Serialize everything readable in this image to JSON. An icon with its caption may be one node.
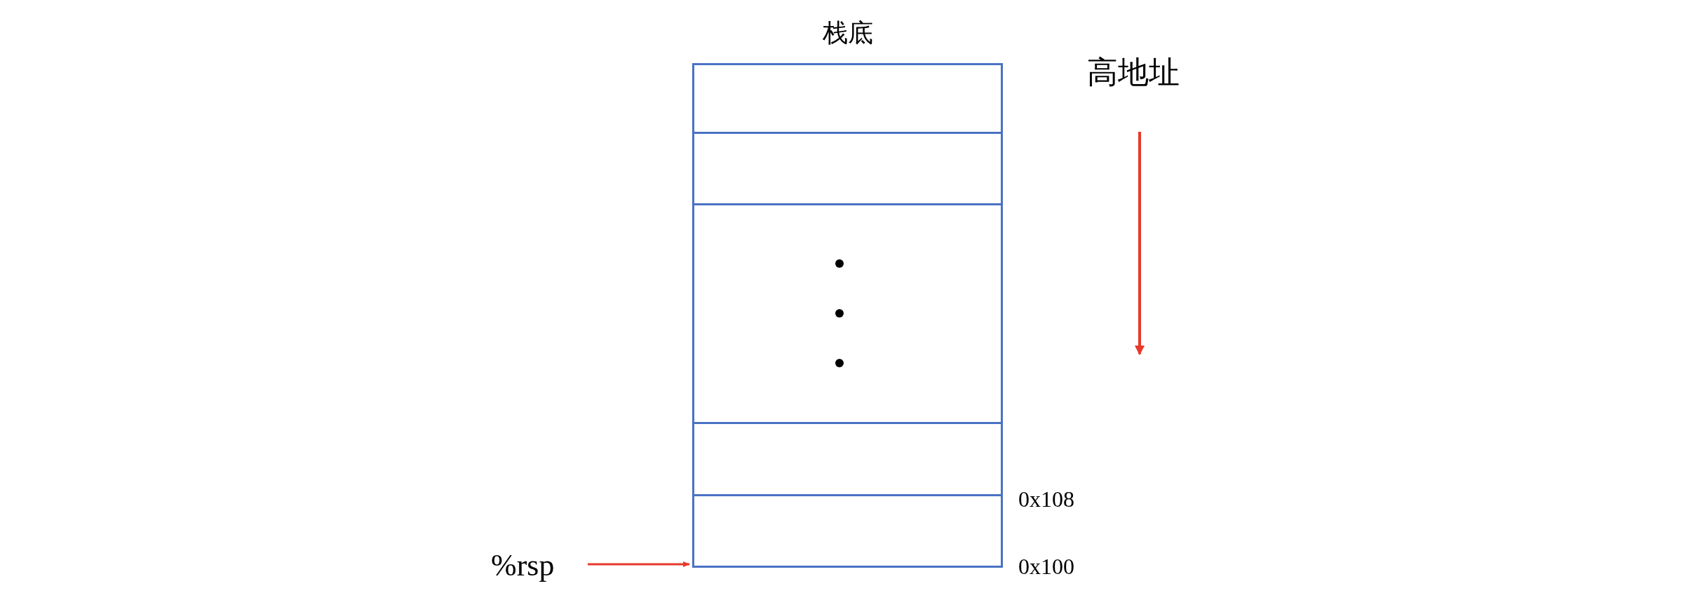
{
  "diagram": {
    "nodes": [
      {
        "text": [
          "栈底"
        ]
      },
      {
        "text": [],
        "shape": "box",
        "in": 0
      },
      {
        "text": [],
        "shape": "box",
        "in": 0
      },
      {
        "text": [],
        "shape": "box",
        "in": 0
      },
      {
        "text": [],
        "shape": "box",
        "in": 0
      },
      {
        "text": [],
        "shape": "box",
        "in": 0
      },
      {
        "text": [
          "%rsp"
        ]
      }
    ],
    "edges": [
      {
        "from": 6,
        "to": 5,
        "arrow": "to",
        "color": "#e8392b"
      }
    ],
    "labels": [
      "高地址",
      "0x108",
      "0x100"
    ]
  }
}
